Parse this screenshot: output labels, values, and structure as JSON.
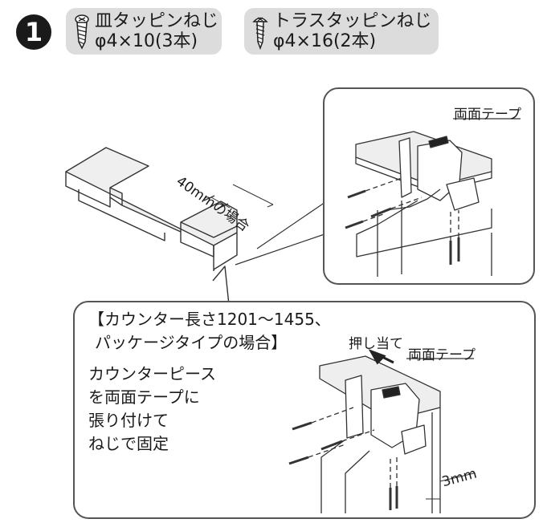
{
  "step": {
    "number": "1"
  },
  "parts": [
    {
      "line1": "皿タッピンねじ",
      "line2": "φ4×10(3本)"
    },
    {
      "line1": "トラスタッピンねじ",
      "line2": "φ4×16(2本)"
    }
  ],
  "labels": {
    "dimension_40mm": "40mmの場合",
    "tape_top": "両面テープ",
    "tape_bottom": "両面テープ",
    "push": "押し当て",
    "gap_3mm": "3mm"
  },
  "note": {
    "title_line1": "【カウンター長さ1201～1455、",
    "title_line2": "パッケージタイプの場合】",
    "body": [
      "カウンターピース",
      "を両面テープに",
      "張り付けて",
      "ねじで固定"
    ]
  }
}
